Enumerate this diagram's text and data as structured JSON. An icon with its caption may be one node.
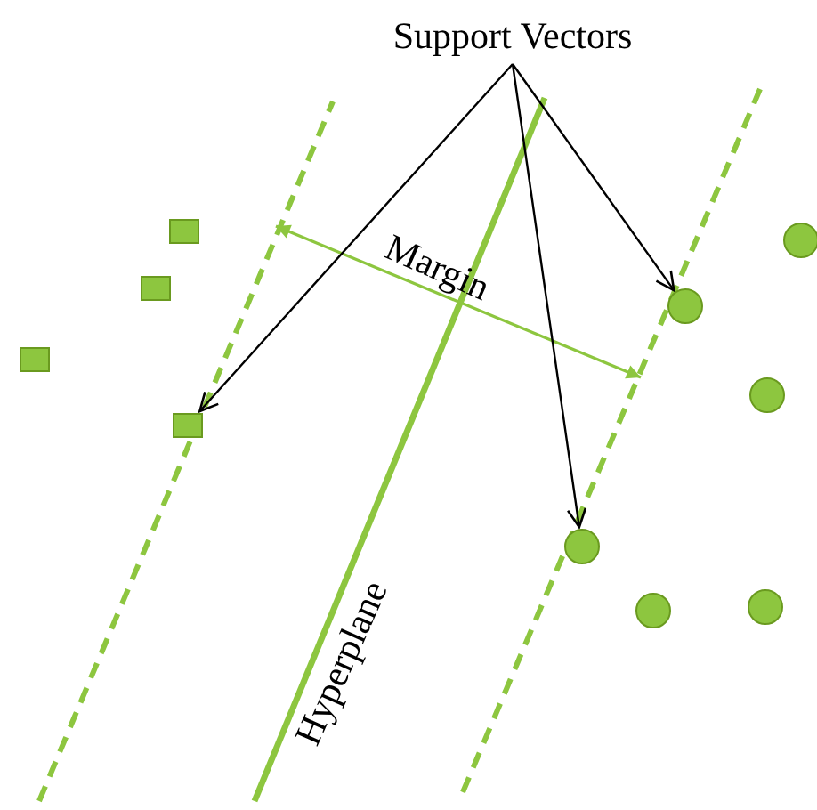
{
  "diagram": {
    "nodes": [
      {
        "text": [
          "Support Vectors"
        ]
      },
      {
        "text": [],
        "shape": "box"
      },
      {
        "text": [],
        "shape": "box"
      },
      {
        "text": [],
        "shape": "box"
      },
      {
        "text": [],
        "shape": "box"
      },
      {
        "text": [],
        "shape": "circle"
      },
      {
        "text": [],
        "shape": "circle"
      },
      {
        "text": [],
        "shape": "circle"
      },
      {
        "text": [],
        "shape": "circle"
      },
      {
        "text": [],
        "shape": "circle"
      },
      {
        "text": [],
        "shape": "circle"
      }
    ],
    "edges": [
      {
        "from": 0,
        "to": 4,
        "arrow": "to"
      },
      {
        "from": 0,
        "to": 7,
        "arrow": "to"
      },
      {
        "from": 0,
        "to": 5,
        "arrow": "to"
      }
    ],
    "labels": [
      "Margin",
      "Hyperplane"
    ]
  }
}
